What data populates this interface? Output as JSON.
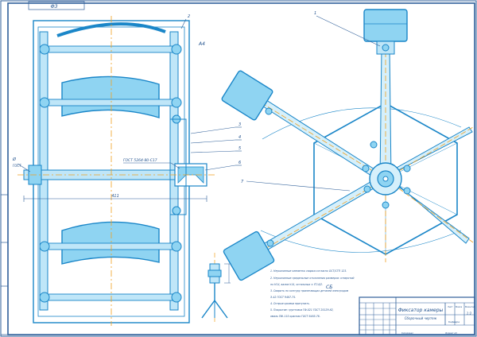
{
  "colors": {
    "paper": "#ffffff",
    "frame": "#2f5f99",
    "part_fill": "#8fd4f2",
    "part_stroke": "#1a86c8",
    "centerline": "#f0a020",
    "text": "#1e4f8c"
  },
  "top_stamp": "ФЗ",
  "sheet_label": "А4",
  "top_view_leader": "2",
  "left_callout": "Ø",
  "left_callout_sub": "ГОСТ",
  "gost_label": "ГОСТ 5264-80-С17",
  "dimension_main": "411",
  "callouts": [
    "2",
    "3",
    "4",
    "5",
    "6",
    "1",
    "7"
  ],
  "notes_title": "СБ",
  "notes": [
    "1. Неуказанные элементы сварки согласно ОСТ/СТП 123.",
    "2. Неуказанные предельные отклонения размеров: отверстий",
    "по Н14, валов h14, остальных ± IT14/2.",
    "3. Сварить по контуру прилегающих деталей электродом",
    "Э-42 ГОСТ 9467-75.",
    "4. Острые кромки притупить.",
    "5. Покрытие: грунтовка ГФ-021 ГОСТ 25129-82,",
    "эмаль ПФ-115 красная ГОСТ 6465-76."
  ],
  "title_block": {
    "product_name": "Фиксатор камеры",
    "doc_type": "Сборочный чертеж",
    "scale": "1:2",
    "sheet": "Лист",
    "mass_col": "Масса",
    "scale_col": "Масштаб",
    "org": "Кафедра",
    "format": "Формат А3",
    "copied": "Копировал"
  }
}
